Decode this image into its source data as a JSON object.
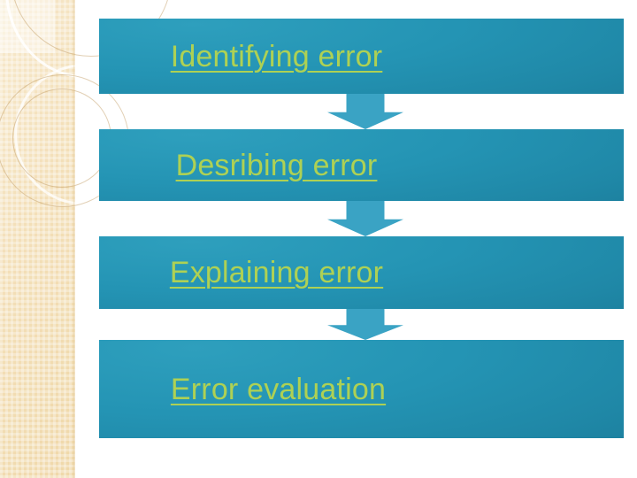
{
  "slide": {
    "background_color": "#ffffff",
    "sidebar": {
      "name": "decorative-sidebar",
      "base_color": "#f3dfb8",
      "accent_ring_color": "#be965a",
      "highlight_color": "#ffffff"
    },
    "palette": {
      "box_fill_light": "#2e9fbd",
      "box_fill_dark": "#1b7d9b",
      "arrow_fill": "#3aa3c4",
      "label_text": "#aed154"
    }
  },
  "flow": {
    "type": "vertical-process-flow",
    "arrow_icon": "arrow-down-icon",
    "steps": [
      {
        "index": 1,
        "label": "Identifying error"
      },
      {
        "index": 2,
        "label": "Desribing error"
      },
      {
        "index": 3,
        "label": "Explaining error"
      },
      {
        "index": 4,
        "label": "Error evaluation"
      }
    ],
    "connectors": [
      {
        "from": 1,
        "to": 2,
        "icon": "arrow-down-icon"
      },
      {
        "from": 2,
        "to": 3,
        "icon": "arrow-down-icon"
      },
      {
        "from": 3,
        "to": 4,
        "icon": "arrow-down-icon"
      }
    ]
  }
}
